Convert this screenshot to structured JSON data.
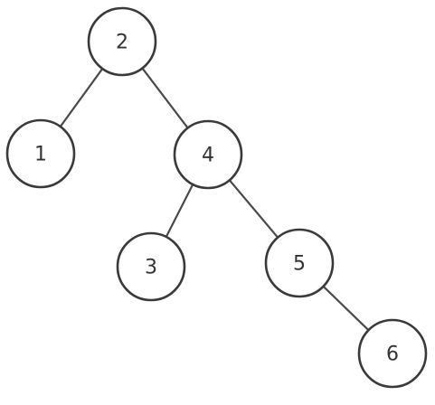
{
  "tree": {
    "nodes": [
      {
        "id": "n2",
        "label": "2"
      },
      {
        "id": "n1",
        "label": "1"
      },
      {
        "id": "n4",
        "label": "4"
      },
      {
        "id": "n3",
        "label": "3"
      },
      {
        "id": "n5",
        "label": "5"
      },
      {
        "id": "n6",
        "label": "6"
      }
    ],
    "edges": [
      {
        "from": "n2",
        "to": "n1"
      },
      {
        "from": "n2",
        "to": "n4"
      },
      {
        "from": "n4",
        "to": "n3"
      },
      {
        "from": "n4",
        "to": "n5"
      },
      {
        "from": "n5",
        "to": "n6"
      }
    ]
  },
  "colors": {
    "stroke": "#3a3a3a",
    "edge": "#4a4a4a",
    "text": "#333333",
    "fill": "#ffffff"
  }
}
